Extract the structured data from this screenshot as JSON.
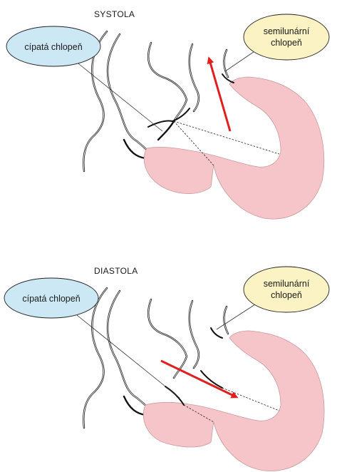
{
  "colors": {
    "ventricle_fill": "#f5c5c9",
    "atrioventricular_bubble": "#cde8f5",
    "semilunar_bubble": "#fbf3c4",
    "arrow": "#e02020",
    "outline": "#111111"
  },
  "panels": [
    {
      "title": "SYSTOLA",
      "left_label": "cípatá chlopeň",
      "right_label_line1": "semilunární",
      "right_label_line2": "chlopeň",
      "arrow_direction": "up toward aorta"
    },
    {
      "title": "DIASTOLA",
      "left_label": "cípatá chlopeň",
      "right_label_line1": "semilunární",
      "right_label_line2": "chlopeň",
      "arrow_direction": "down-right into ventricle"
    }
  ]
}
